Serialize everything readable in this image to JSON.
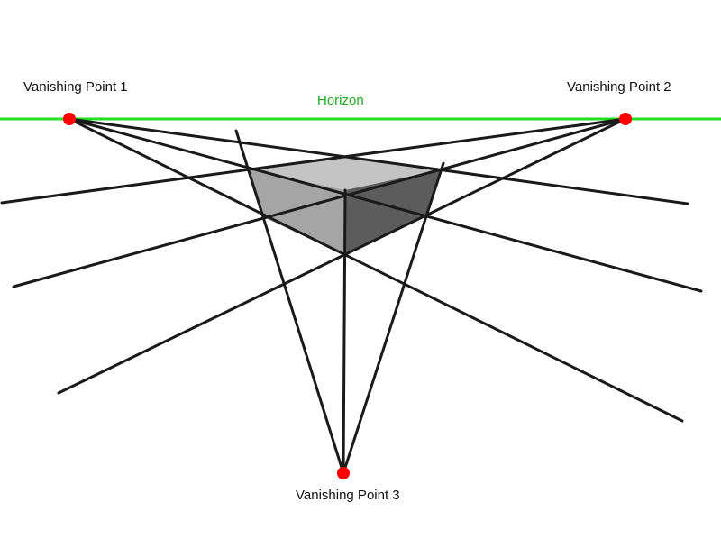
{
  "horizon": {
    "label": "Horizon",
    "color": "#22dd22"
  },
  "vanishing_points": [
    {
      "label": "Vanishing Point 1",
      "color": "#ff0000"
    },
    {
      "label": "Vanishing Point 2",
      "color": "#ff0000"
    },
    {
      "label": "Vanishing Point 3",
      "color": "#ff0000"
    }
  ],
  "colors": {
    "line": "#1a1a1a",
    "top_face": "#c4c4c4",
    "left_face": "#a5a5a5",
    "right_face": "#5c5c5c"
  }
}
